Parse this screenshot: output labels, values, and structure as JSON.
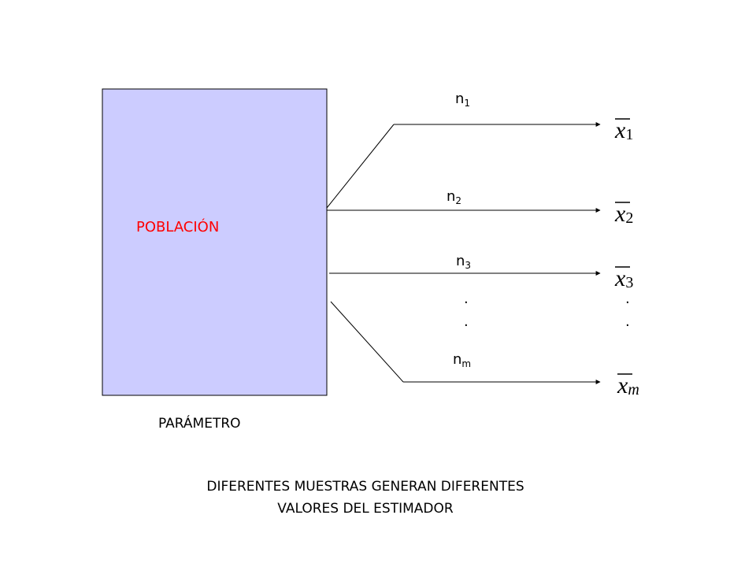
{
  "population": {
    "label": "POBLACIÓN",
    "fill": "#ccccff",
    "label_color": "#ff0000"
  },
  "parameter_label": "PARÁMETRO",
  "samples": [
    {
      "n_base": "n",
      "n_sub": "1",
      "xbar_base": "x",
      "xbar_sub": "1"
    },
    {
      "n_base": "n",
      "n_sub": "2",
      "xbar_base": "x",
      "xbar_sub": "2"
    },
    {
      "n_base": "n",
      "n_sub": "3",
      "xbar_base": "x",
      "xbar_sub": "3"
    },
    {
      "n_base": "n",
      "n_sub": "m",
      "xbar_base": "x",
      "xbar_sub": "m"
    }
  ],
  "ellipsis": ".",
  "caption": {
    "line1": "DIFERENTES MUESTRAS GENERAN DIFERENTES",
    "line2": "VALORES DEL ESTIMADOR"
  }
}
